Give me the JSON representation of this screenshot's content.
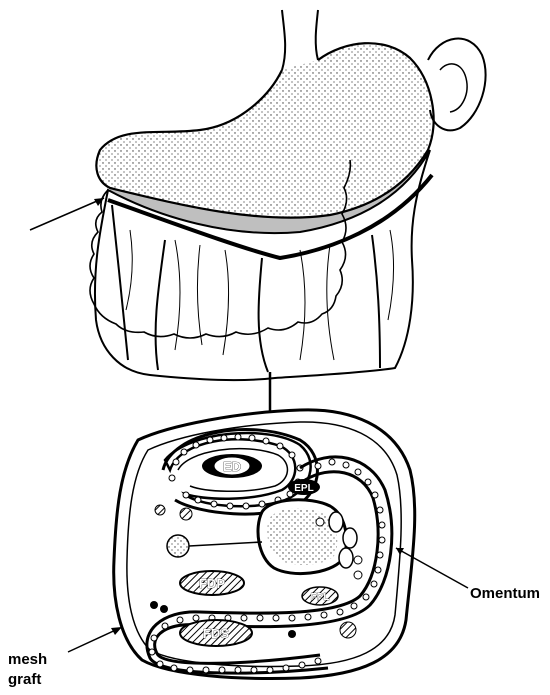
{
  "labels": {
    "omentum": "Omentum",
    "mesh_graft_line1": "mesh",
    "mesh_graft_line2": "graft"
  },
  "structures": {
    "ed": "ED",
    "epl": "EPL",
    "fdp": "FDP",
    "fpl": "FPL",
    "fds": "FDS"
  },
  "colors": {
    "ink": "#000000",
    "paper": "#ffffff",
    "stipple": "#555555"
  }
}
